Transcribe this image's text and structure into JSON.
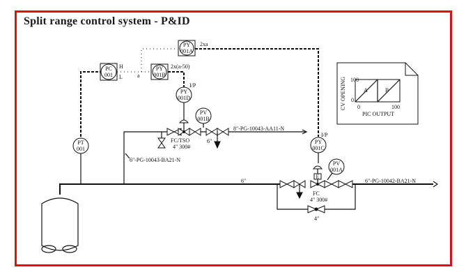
{
  "title": "Split range control system - P&ID",
  "instruments": {
    "pc001": {
      "line1": "PC",
      "line2": "001",
      "high": "H",
      "low": "L"
    },
    "py001a": {
      "line1": "PY",
      "line2": "001A",
      "func": "2xa"
    },
    "py001b": {
      "line1": "PY",
      "line2": "001B",
      "func": "2x(a-50)"
    },
    "junction_label": "a",
    "py001d": {
      "line1": "PY",
      "line2": "001D",
      "conv": "I/P"
    },
    "pv001b": {
      "line1": "PV",
      "line2": "001B"
    },
    "pt001": {
      "line1": "PT",
      "line2": "001"
    },
    "py001c": {
      "line1": "PY",
      "line2": "001C",
      "conv": "I/P"
    },
    "pv001a": {
      "line1": "PV",
      "line2": "001A"
    }
  },
  "valves": {
    "v_top": {
      "fail": "FC/TSO",
      "size": "4\" 300#"
    },
    "v_bottom": {
      "fail": "FC",
      "size": "4\" 300#",
      "positioner": "E"
    }
  },
  "lines": {
    "top_line": "8\"-PG-10043-AA11-N",
    "top_drain": "6\"",
    "header": "6\"",
    "riser": "6\"-PG-10043-BA21-N",
    "outlet": "6\"-PG-10042-BA21-N",
    "bypass": "4\""
  },
  "graph": {
    "ylabel": "CV OPENING",
    "xlabel": "PIC OUTPUT",
    "series_a": "A",
    "series_b": "B",
    "y0": "0",
    "x0": "0",
    "y100": "100",
    "x100": "100"
  }
}
